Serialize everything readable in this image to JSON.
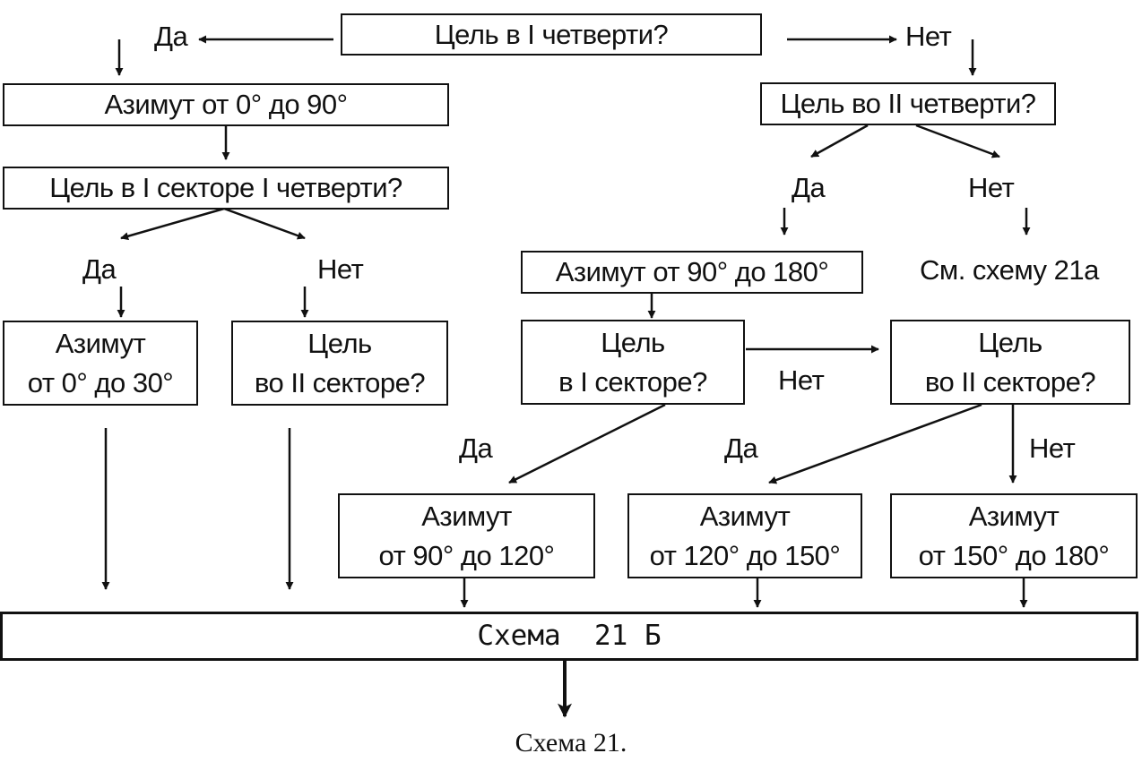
{
  "nodes": {
    "q_quarter1": "Цель в  I  четверти?",
    "az_0_90": "Азимут от 0° до 90°",
    "q_sector1_q1": "Цель в I секторе I четверти?",
    "az_0_30": [
      "Азимут",
      "от 0° до 30°"
    ],
    "q_sector2_left": [
      "Цель",
      "во II секторе?"
    ],
    "q_quarter2": "Цель во II четверти?",
    "see_21a": "См. схему 21а",
    "az_90_180": "Азимут от 90° до 180°",
    "q_sector1_right": [
      "Цель",
      "в I секторе?"
    ],
    "q_sector2_right": [
      "Цель",
      "во II секторе?"
    ],
    "az_90_120": [
      "Азимут",
      "от 90° до 120°"
    ],
    "az_120_150": [
      "Азимут",
      "от 120° до 150°"
    ],
    "az_150_180": [
      "Азимут",
      "от 150° до 180°"
    ],
    "scheme_21b": "Схема  21 Б"
  },
  "labels": {
    "yes_top": "Да",
    "no_top": "Нет",
    "yes_sector1": "Да",
    "no_sector1": "Нет",
    "yes_quarter2": "Да",
    "no_quarter2": "Нет",
    "no_sector1_right": "Нет",
    "yes_sector1_right": "Да",
    "yes_sector2_right": "Да",
    "no_sector2_right": "Нет"
  },
  "caption": "Схема 21."
}
